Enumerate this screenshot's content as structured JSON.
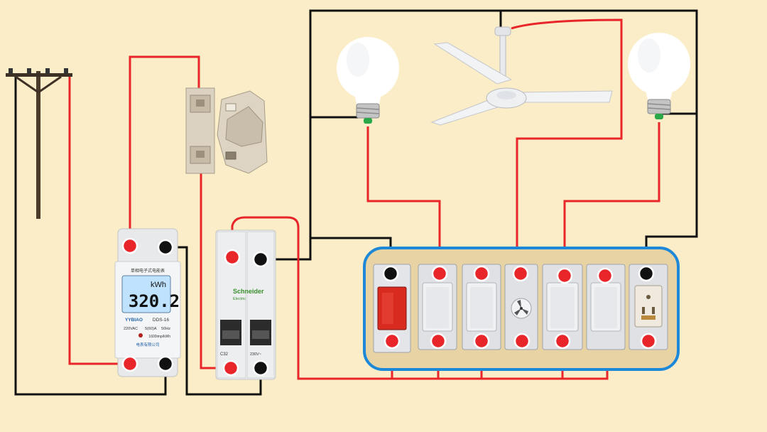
{
  "energy_meter": {
    "header": "单相电子式电能表",
    "unit": "kWh",
    "reading": "320.2",
    "brand": "YYBIAO",
    "model": "DDS-16",
    "spec_voltage": "220VAC",
    "spec_current": "5(60)A",
    "spec_freq": "50Hz",
    "spec_imp": "1600imp/kWh",
    "footer": "电表有限公司"
  },
  "circuit_breaker": {
    "brand": "Schneider",
    "sub": "Electric",
    "model": "C32",
    "rating": "230V~"
  },
  "colors": {
    "background": "#fbedc8",
    "phase_wire": "#e8262a",
    "neutral_wire": "#111111",
    "panel_border": "#1e88d8",
    "panel_fill": "#e7d3a4",
    "indicator": "#d82a1e",
    "lcd": "#bfe3ff"
  },
  "icons": [
    "utility-pole-icon",
    "fuse-icon",
    "light-bulb-icon",
    "ceiling-fan-icon",
    "switch-icon",
    "fan-regulator-icon",
    "socket-icon"
  ]
}
